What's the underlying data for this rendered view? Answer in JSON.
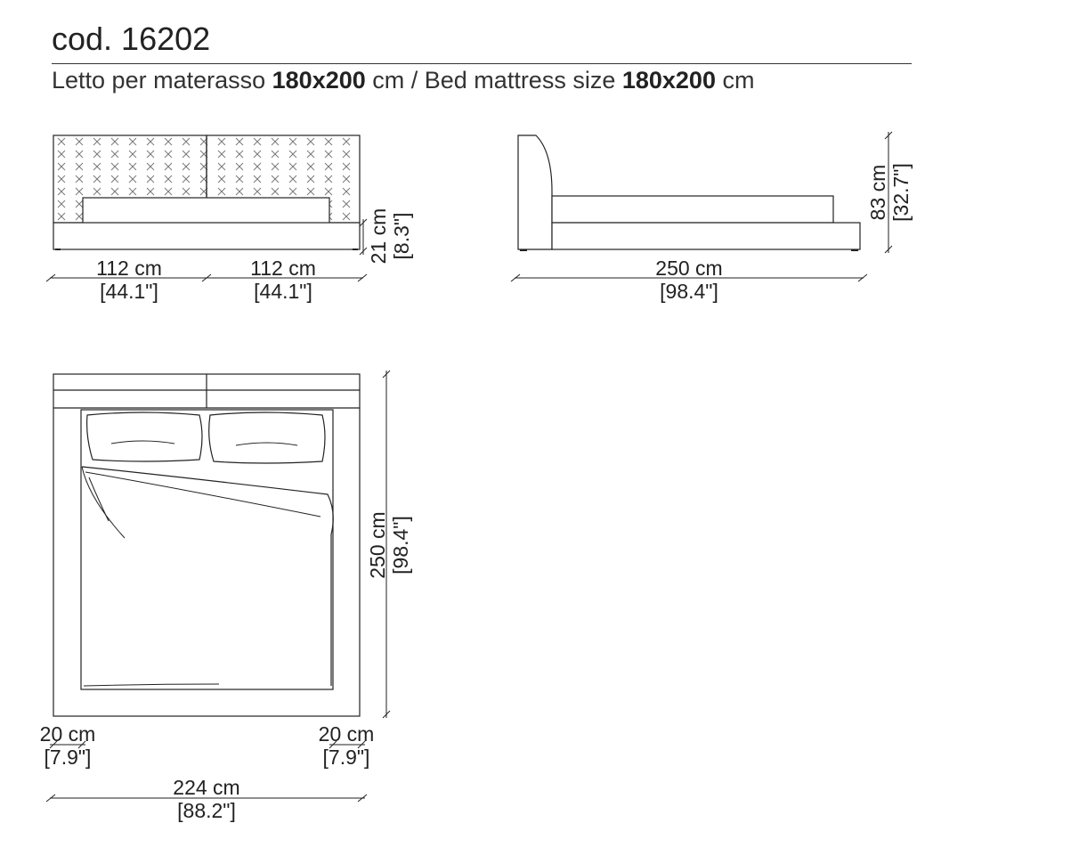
{
  "header": {
    "code": "cod. 16202",
    "subtitle": {
      "it_prefix": "Letto per materasso ",
      "it_size": "180x200",
      "it_unit": " cm / Bed mattress size ",
      "en_size": "180x200",
      "en_unit": " cm"
    }
  },
  "front_view": {
    "width_left_cm": "112 cm",
    "width_left_in": "[44.1\"]",
    "width_right_cm": "112 cm",
    "width_right_in": "[44.1\"]",
    "height_cm": "21 cm",
    "height_in": "[8.3\"]"
  },
  "side_view": {
    "length_cm": "250 cm",
    "length_in": "[98.4\"]",
    "height_cm": "83 cm",
    "height_in": "[32.7\"]"
  },
  "top_view": {
    "length_cm": "250 cm",
    "length_in": "[98.4\"]",
    "frame_left_cm": "20 cm",
    "frame_left_in": "[7.9\"]",
    "frame_right_cm": "20 cm",
    "frame_right_in": "[7.9\"]",
    "width_cm": "224 cm",
    "width_in": "[88.2\"]"
  },
  "colors": {
    "line": "#222222",
    "pattern": "#777777"
  }
}
